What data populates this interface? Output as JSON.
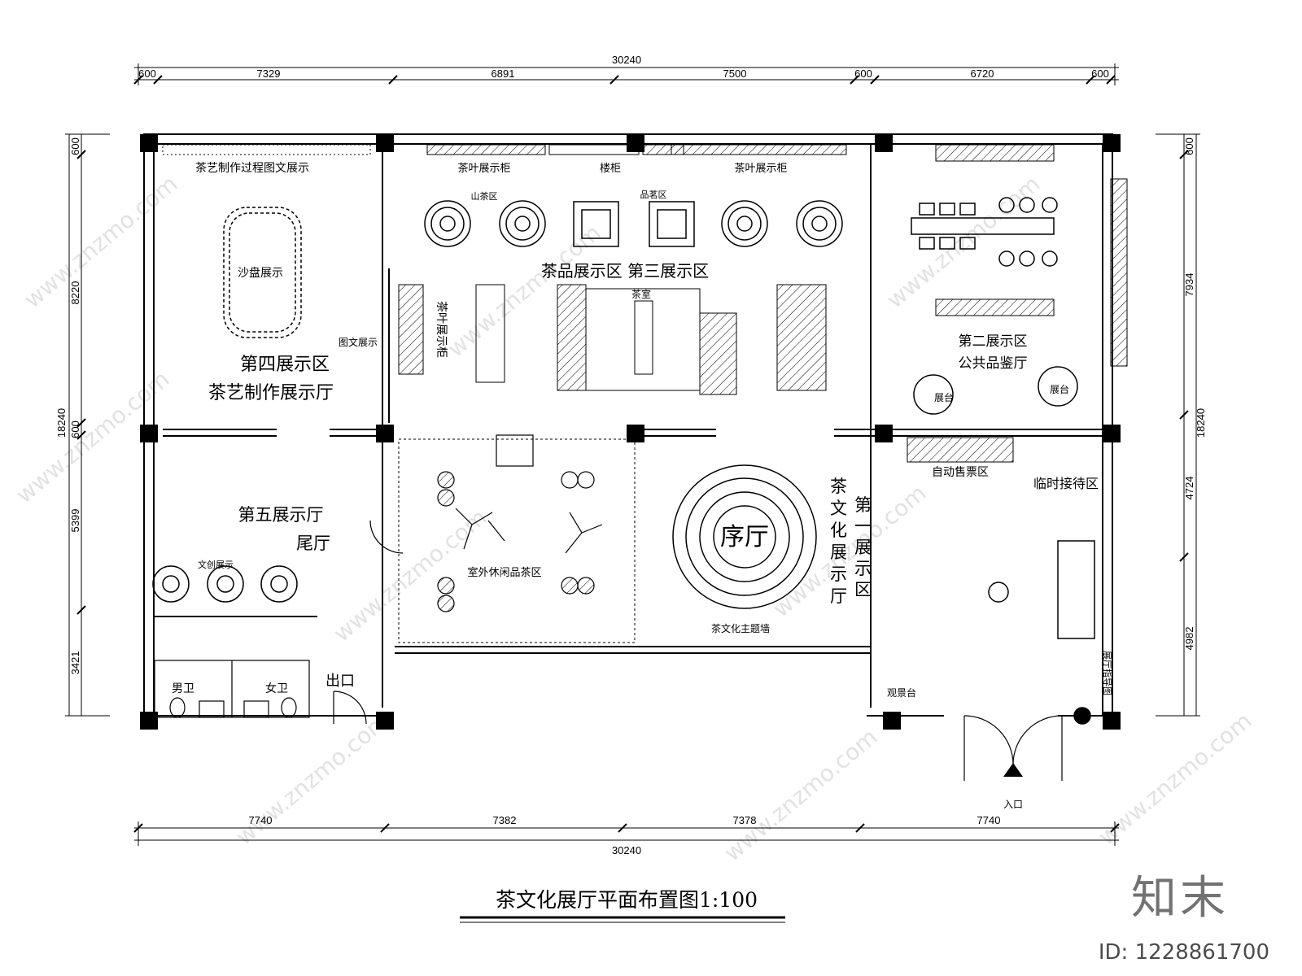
{
  "dimensions": {
    "top_total": "30240",
    "top_segments": [
      "600",
      "7329",
      "6891",
      "7500",
      "600",
      "6720",
      "600"
    ],
    "bottom_total": "30240",
    "bottom_segments": [
      "7740",
      "7382",
      "7378",
      "7740"
    ],
    "left_total": "18240",
    "left_segments": [
      "600",
      "8220",
      "600",
      "5399",
      "3421"
    ],
    "right_total": "18240",
    "right_segments": [
      "600",
      "7934",
      "4724",
      "4982"
    ]
  },
  "rooms": {
    "zone4_title": "第四展示区",
    "zone4_subtitle": "茶艺制作展示厅",
    "zone4_wall": "茶艺制作过程图文展示",
    "sandbox": "沙盘展示",
    "graphic_display": "图文展示",
    "zone3_title": "茶品展示区  第三展示区",
    "tea_cabinet_left": "茶叶展示柜",
    "tea_cabinet_right": "茶叶展示柜",
    "bar_counter": "楼柜",
    "hill_area": "山茶区",
    "tasting_area": "品茗区",
    "tea_room": "茶室",
    "tea_cabinet_vert": "茶叶展示柜",
    "zone2_title": "第二展示区",
    "zone2_subtitle": "公共品鉴厅",
    "stage": "展台",
    "ticket": "自动售票区",
    "reception": "临时接待区",
    "lobby": "序厅",
    "zone1_title": "茶文化展示厅",
    "zone1_num": "第一展示区",
    "theme_wall": "茶文化主题墙",
    "outdoor": "室外休闲品茶区",
    "zone5_title": "第五展示厅",
    "zone5_subtitle": "尾厅",
    "culture_display": "文创展示",
    "male_wc": "男卫",
    "female_wc": "女卫",
    "exit": "出口",
    "entrance": "入口",
    "guide": "展厅指导图",
    "platform": "观景台"
  },
  "drawing_title": "茶文化展厅平面布置图1:100",
  "watermark": {
    "site": "www.znzmo.com",
    "brand": "知末",
    "id": "ID: 1228861700"
  }
}
